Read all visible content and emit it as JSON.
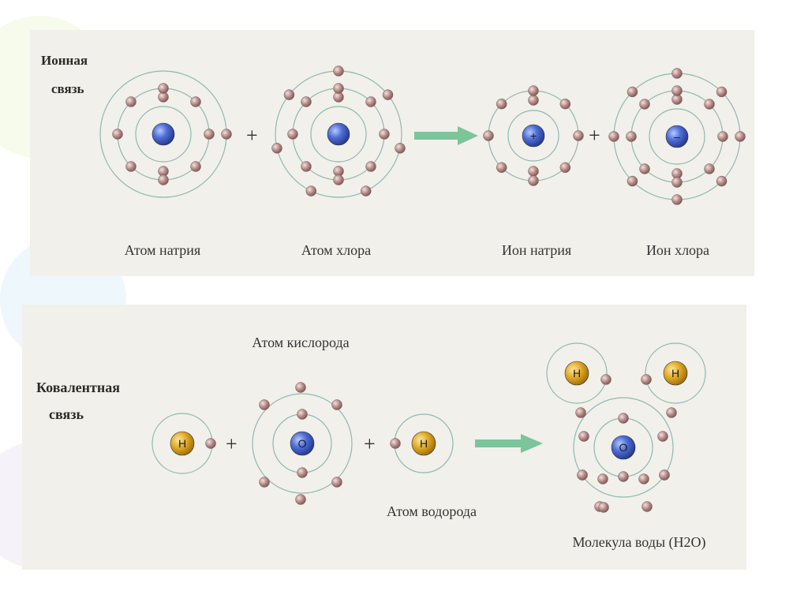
{
  "ionic": {
    "title_line1": "Ионная",
    "title_line2": "связь",
    "plus": "+",
    "atoms": [
      {
        "label": "Атом натрия",
        "nucleus": ""
      },
      {
        "label": "Атом хлора",
        "nucleus": ""
      },
      {
        "label": "Ион натрия",
        "nucleus": "+"
      },
      {
        "label": "Ион хлора",
        "nucleus": "–"
      }
    ]
  },
  "covalent": {
    "title_line1": "Ковалентная",
    "title_line2": "связь",
    "plus": "+",
    "oxygen_label": "Атом кислорода",
    "hydrogen_label": "Атом водорода",
    "molecule_label": "Молекула воды (H2O)",
    "h_symbol": "H",
    "o_symbol": "O"
  },
  "colors": {
    "panel": "#f1f0eb",
    "orbit": "#8fb8b0",
    "electron": "#b48a86",
    "nucleus_blue": "#3f5fc4",
    "nucleus_gold": "#d9a21e",
    "arrow": "#7cc49a"
  }
}
